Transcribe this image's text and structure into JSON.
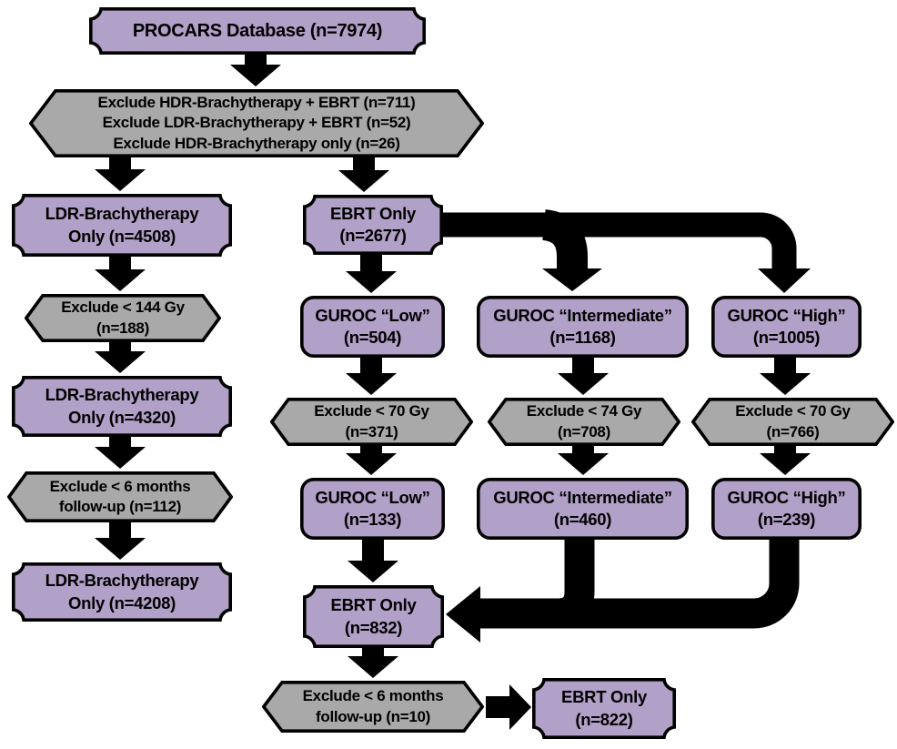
{
  "colors": {
    "purple": "#b1a0c7",
    "gray": "#a9a9a9",
    "outline": "#000000",
    "arrow": "#000000",
    "background": "#ffffff"
  },
  "nodes": {
    "procars": {
      "shape": "plaque",
      "fill": "purple",
      "lines": [
        "PROCARS Database (n=7974)"
      ]
    },
    "exclude_initial": {
      "shape": "hexagon",
      "fill": "gray",
      "lines": [
        "Exclude HDR-Brachytherapy + EBRT (n=711)",
        "Exclude LDR-Brachytherapy + EBRT (n=52)",
        "Exclude HDR-Brachytherapy only (n=26)"
      ]
    },
    "ldr_4508": {
      "shape": "plaque",
      "fill": "purple",
      "lines": [
        "LDR-Brachytherapy",
        "Only (n=4508)"
      ]
    },
    "ebrt_2677": {
      "shape": "plaque",
      "fill": "purple",
      "lines": [
        "EBRT Only",
        "(n=2677)"
      ]
    },
    "exclude_144": {
      "shape": "hexagon",
      "fill": "gray",
      "lines": [
        "Exclude < 144 Gy",
        "(n=188)"
      ]
    },
    "ldr_4320": {
      "shape": "plaque",
      "fill": "purple",
      "lines": [
        "LDR-Brachytherapy",
        "Only (n=4320)"
      ]
    },
    "exclude_fu112": {
      "shape": "hexagon",
      "fill": "gray",
      "lines": [
        "Exclude < 6 months",
        "follow-up (n=112)"
      ]
    },
    "ldr_4208": {
      "shape": "plaque",
      "fill": "purple",
      "lines": [
        "LDR-Brachytherapy",
        "Only (n=4208)"
      ]
    },
    "guroc_low_504": {
      "shape": "rounded",
      "fill": "purple",
      "lines": [
        "GUROC “Low”",
        "(n=504)"
      ]
    },
    "guroc_int_1168": {
      "shape": "rounded",
      "fill": "purple",
      "lines": [
        "GUROC “Intermediate”",
        "(n=1168)"
      ]
    },
    "guroc_high_1005": {
      "shape": "rounded",
      "fill": "purple",
      "lines": [
        "GUROC “High”",
        "(n=1005)"
      ]
    },
    "exclude_70_371": {
      "shape": "hexagon",
      "fill": "gray",
      "lines": [
        "Exclude < 70 Gy",
        "(n=371)"
      ]
    },
    "exclude_74_708": {
      "shape": "hexagon",
      "fill": "gray",
      "lines": [
        "Exclude < 74 Gy",
        "(n=708)"
      ]
    },
    "exclude_70_766": {
      "shape": "hexagon",
      "fill": "gray",
      "lines": [
        "Exclude < 70 Gy",
        "(n=766)"
      ]
    },
    "guroc_low_133": {
      "shape": "rounded",
      "fill": "purple",
      "lines": [
        "GUROC “Low”",
        "(n=133)"
      ]
    },
    "guroc_int_460": {
      "shape": "rounded",
      "fill": "purple",
      "lines": [
        "GUROC “Intermediate”",
        "(n=460)"
      ]
    },
    "guroc_high_239": {
      "shape": "rounded",
      "fill": "purple",
      "lines": [
        "GUROC “High”",
        "(n=239)"
      ]
    },
    "ebrt_832": {
      "shape": "plaque",
      "fill": "purple",
      "lines": [
        "EBRT Only",
        "(n=832)"
      ]
    },
    "exclude_fu10": {
      "shape": "hexagon",
      "fill": "gray",
      "lines": [
        "Exclude < 6 months",
        "follow-up (n=10)"
      ]
    },
    "ebrt_822": {
      "shape": "plaque",
      "fill": "purple",
      "lines": [
        "EBRT Only",
        "(n=822)"
      ]
    }
  },
  "edges": [
    {
      "from": "procars",
      "to": "exclude_initial"
    },
    {
      "from": "exclude_initial",
      "to": "ldr_4508"
    },
    {
      "from": "exclude_initial",
      "to": "ebrt_2677"
    },
    {
      "from": "ldr_4508",
      "to": "exclude_144"
    },
    {
      "from": "exclude_144",
      "to": "ldr_4320"
    },
    {
      "from": "ldr_4320",
      "to": "exclude_fu112"
    },
    {
      "from": "exclude_fu112",
      "to": "ldr_4208"
    },
    {
      "from": "ebrt_2677",
      "to": "guroc_low_504"
    },
    {
      "from": "ebrt_2677",
      "to": "guroc_int_1168"
    },
    {
      "from": "ebrt_2677",
      "to": "guroc_high_1005"
    },
    {
      "from": "guroc_low_504",
      "to": "exclude_70_371"
    },
    {
      "from": "guroc_int_1168",
      "to": "exclude_74_708"
    },
    {
      "from": "guroc_high_1005",
      "to": "exclude_70_766"
    },
    {
      "from": "exclude_70_371",
      "to": "guroc_low_133"
    },
    {
      "from": "exclude_74_708",
      "to": "guroc_int_460"
    },
    {
      "from": "exclude_70_766",
      "to": "guroc_high_239"
    },
    {
      "from": "guroc_low_133",
      "to": "ebrt_832"
    },
    {
      "from": "guroc_int_460",
      "to": "ebrt_832"
    },
    {
      "from": "guroc_high_239",
      "to": "ebrt_832"
    },
    {
      "from": "ebrt_832",
      "to": "exclude_fu10"
    },
    {
      "from": "exclude_fu10",
      "to": "ebrt_822"
    }
  ]
}
